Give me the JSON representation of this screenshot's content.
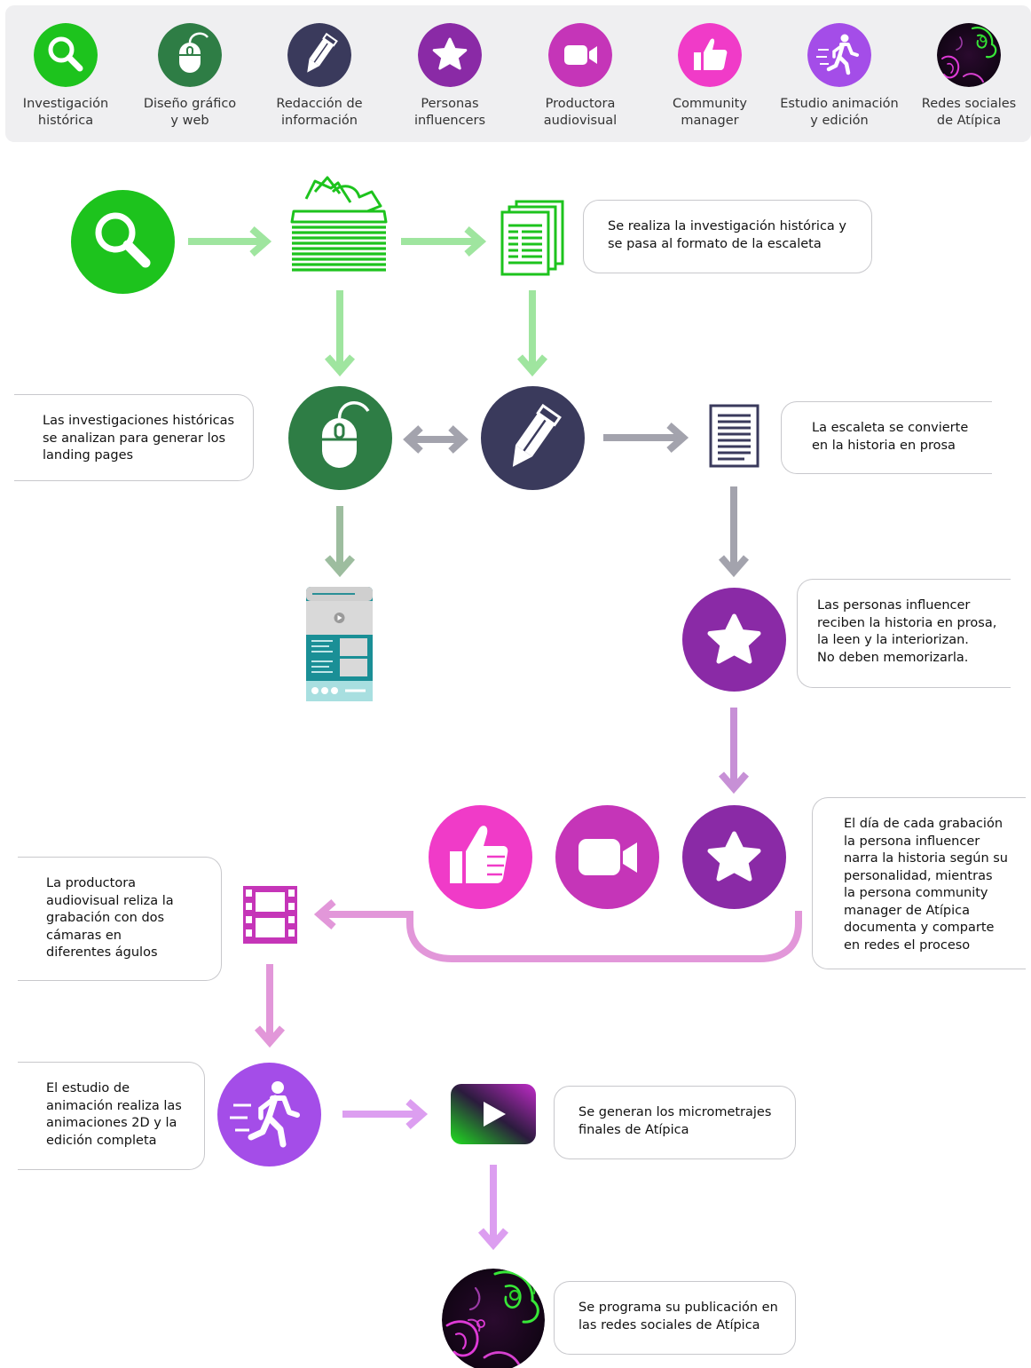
{
  "colors": {
    "green": "#1dc31d",
    "dark_green": "#2e7d45",
    "navy": "#3a3a5c",
    "purple": "#8a2aa6",
    "magenta": "#c535b8",
    "pink": "#f03bc8",
    "violet": "#a44de8",
    "arrow_green": "#9fe59f",
    "arrow_grey": "#a3a3ad",
    "arrow_sage": "#9dbd9f",
    "arrow_purple": "#c790d6",
    "arrow_pink": "#e297d9",
    "arrow_lilac": "#dc9ef0"
  },
  "legend": [
    {
      "icon": "magnifier-icon",
      "label": "Investigación\nhistórica"
    },
    {
      "icon": "mouse-icon",
      "label": "Diseño gráfico\ny web"
    },
    {
      "icon": "pencil-icon",
      "label": "Redacción de\ninformación"
    },
    {
      "icon": "star-icon",
      "label": "Personas\ninfluencers"
    },
    {
      "icon": "video-camera-icon",
      "label": "Productora\naudiovisual"
    },
    {
      "icon": "thumbs-up-icon",
      "label": "Community\nmanager"
    },
    {
      "icon": "running-person-icon",
      "label": "Estudio animación\ny edición"
    },
    {
      "icon": "atipica-pattern-icon",
      "label": "Redes sociales\nde Atípica"
    }
  ],
  "steps": {
    "research": "Se realiza la investigación histórica y\nse pasa al formato de la escaleta",
    "landing": "Las investigaciones históricas\nse analizan para generar los\nlanding pages",
    "prose": "La escaleta se convierte\nen la historia en prosa",
    "influencers": "Las personas influencer\nreciben la historia en prosa,\nla leen y la interiorizan.\nNo deben memorizarla.",
    "recording_day": "El día de cada grabación\nla persona influencer\nnarra la historia según su\npersonalidad, mientras\nla persona community\nmanager de Atípica\ndocumenta y comparte\nen redes el proceso",
    "production": "La productora\naudiovisual reliza la\ngrabación con dos\ncámaras en\ndiferentes águlos",
    "animation": "El estudio de\nanimación realiza las\nanimaciones 2D y la\nedición completa",
    "micro": "Se generan los micrometrajes\nfinales de Atípica",
    "publish": "Se programa su publicación en\nlas redes sociales de Atípica"
  }
}
